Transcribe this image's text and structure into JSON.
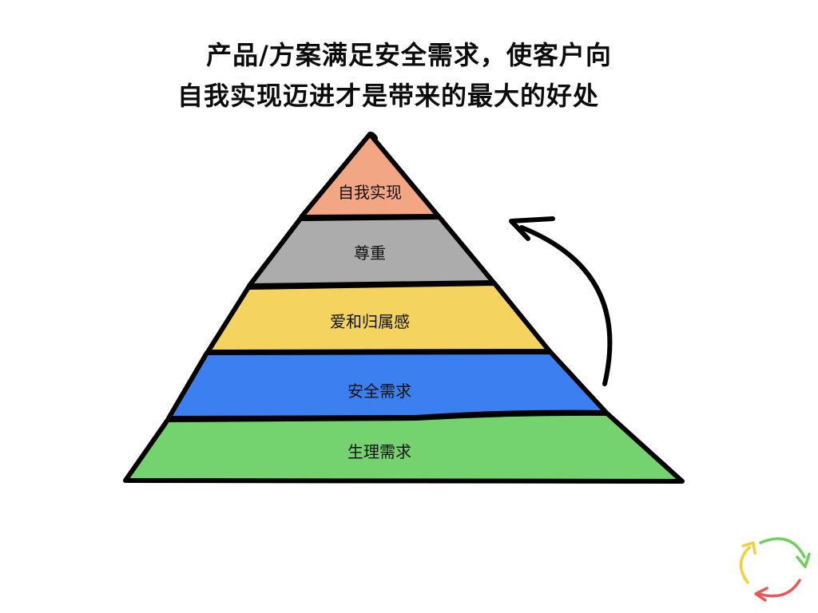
{
  "title": {
    "line1": "产品/方案满足安全需求，使客户向",
    "line2": "自我实现迈进才是带来的最大的好处"
  },
  "pyramid": {
    "levels": [
      {
        "label": "自我实现",
        "color": "#f3a683"
      },
      {
        "label": "尊重",
        "color": "#acacac"
      },
      {
        "label": "爱和归属感",
        "color": "#f4d35e"
      },
      {
        "label": "安全需求",
        "color": "#3b7ff0"
      },
      {
        "label": "生理需求",
        "color": "#74d36f"
      }
    ]
  },
  "colors": {
    "outline": "#000000",
    "cycle_green": "#6fcf5a",
    "cycle_red": "#e85858",
    "cycle_yellow": "#f2cf3c"
  },
  "icons": {
    "up_arrow": "curved-up-arrow-icon",
    "logo": "cycle-arrows-logo-icon"
  }
}
